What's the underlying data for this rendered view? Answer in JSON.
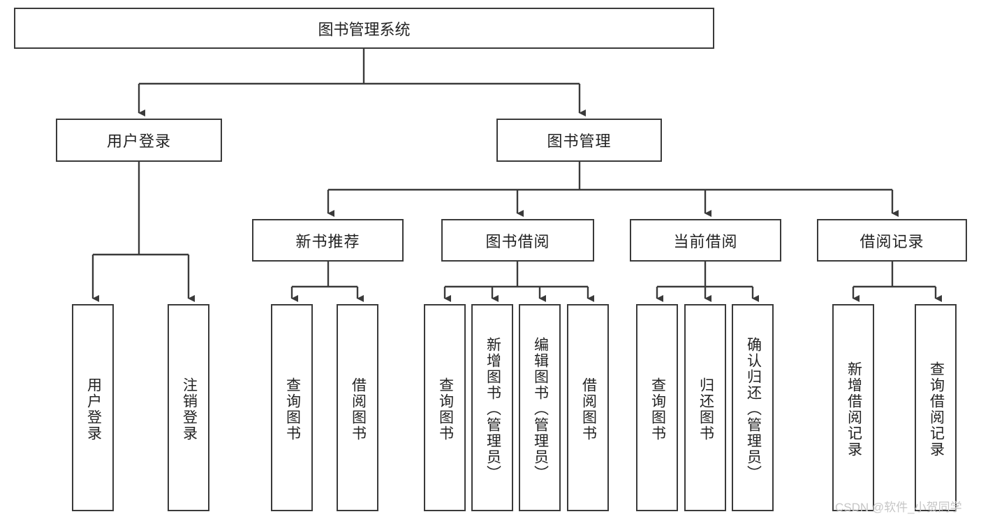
{
  "diagram": {
    "type": "tree",
    "title": "图书管理系统",
    "root": {
      "label": "图书管理系统"
    },
    "level2": [
      {
        "id": "user-login",
        "label": "用户登录"
      },
      {
        "id": "book-manage",
        "label": "图书管理"
      }
    ],
    "level3": [
      {
        "id": "new-book-recommend",
        "label": "新书推荐",
        "parent": "book-manage"
      },
      {
        "id": "book-borrow",
        "label": "图书借阅",
        "parent": "book-manage"
      },
      {
        "id": "current-borrow",
        "label": "当前借阅",
        "parent": "book-manage"
      },
      {
        "id": "borrow-record",
        "label": "借阅记录",
        "parent": "book-manage"
      }
    ],
    "leaves": [
      {
        "id": "leaf-user-login",
        "label": "用户登录",
        "parent": "user-login"
      },
      {
        "id": "leaf-logout",
        "label": "注销登录",
        "parent": "user-login"
      },
      {
        "id": "leaf-query-book-1",
        "label": "查询图书",
        "parent": "new-book-recommend"
      },
      {
        "id": "leaf-borrow-book-1",
        "label": "借阅图书",
        "parent": "new-book-recommend"
      },
      {
        "id": "leaf-query-book-2",
        "label": "查询图书",
        "parent": "book-borrow"
      },
      {
        "id": "leaf-add-book",
        "label": "新增图书（管理员）",
        "parent": "book-borrow"
      },
      {
        "id": "leaf-edit-book",
        "label": "编辑图书（管理员）",
        "parent": "book-borrow"
      },
      {
        "id": "leaf-borrow-book-2",
        "label": "借阅图书",
        "parent": "book-borrow"
      },
      {
        "id": "leaf-query-book-3",
        "label": "查询图书",
        "parent": "current-borrow"
      },
      {
        "id": "leaf-return-book",
        "label": "归还图书",
        "parent": "current-borrow"
      },
      {
        "id": "leaf-confirm-return",
        "label": "确认归还（管理员）",
        "parent": "current-borrow"
      },
      {
        "id": "leaf-add-record",
        "label": "新增借阅记录",
        "parent": "borrow-record"
      },
      {
        "id": "leaf-query-record",
        "label": "查询借阅记录",
        "parent": "borrow-record"
      }
    ]
  },
  "watermark": {
    "text": "CSDN @软件_小贺同学"
  },
  "colors": {
    "stroke": "#3a3a3a",
    "text": "#222222",
    "background": "#ffffff",
    "watermark": "#c6c6c6"
  }
}
